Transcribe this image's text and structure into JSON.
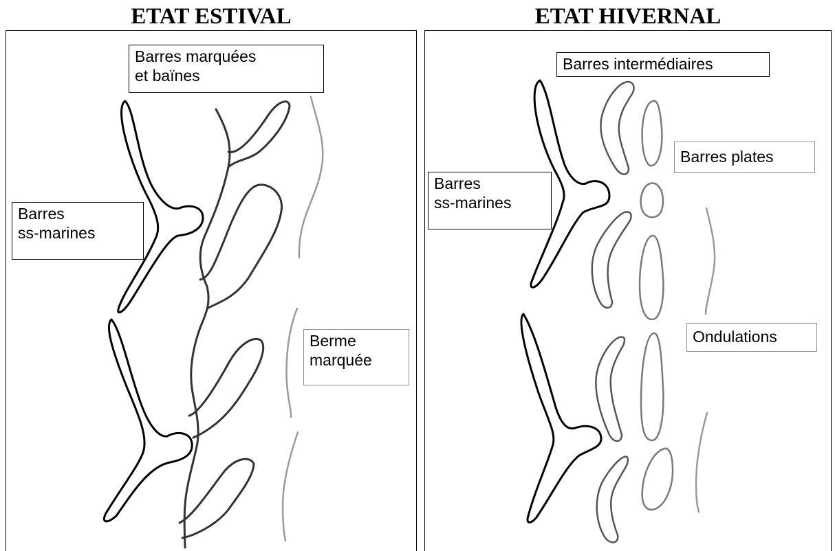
{
  "summer": {
    "title": "ETAT ESTIVAL",
    "labels": {
      "barres_marquees": "Barres marquées\net baïnes",
      "barres_ss_marines": "Barres\nss-marines",
      "berme": "Berme\nmarquée"
    }
  },
  "winter": {
    "title": "ETAT HIVERNAL",
    "labels": {
      "barres_intermediaires": "Barres intermédiaires",
      "barres_plates": "Barres plates",
      "barres_ss_marines": "Barres\nss-marines",
      "ondulations": "Ondulations"
    }
  }
}
